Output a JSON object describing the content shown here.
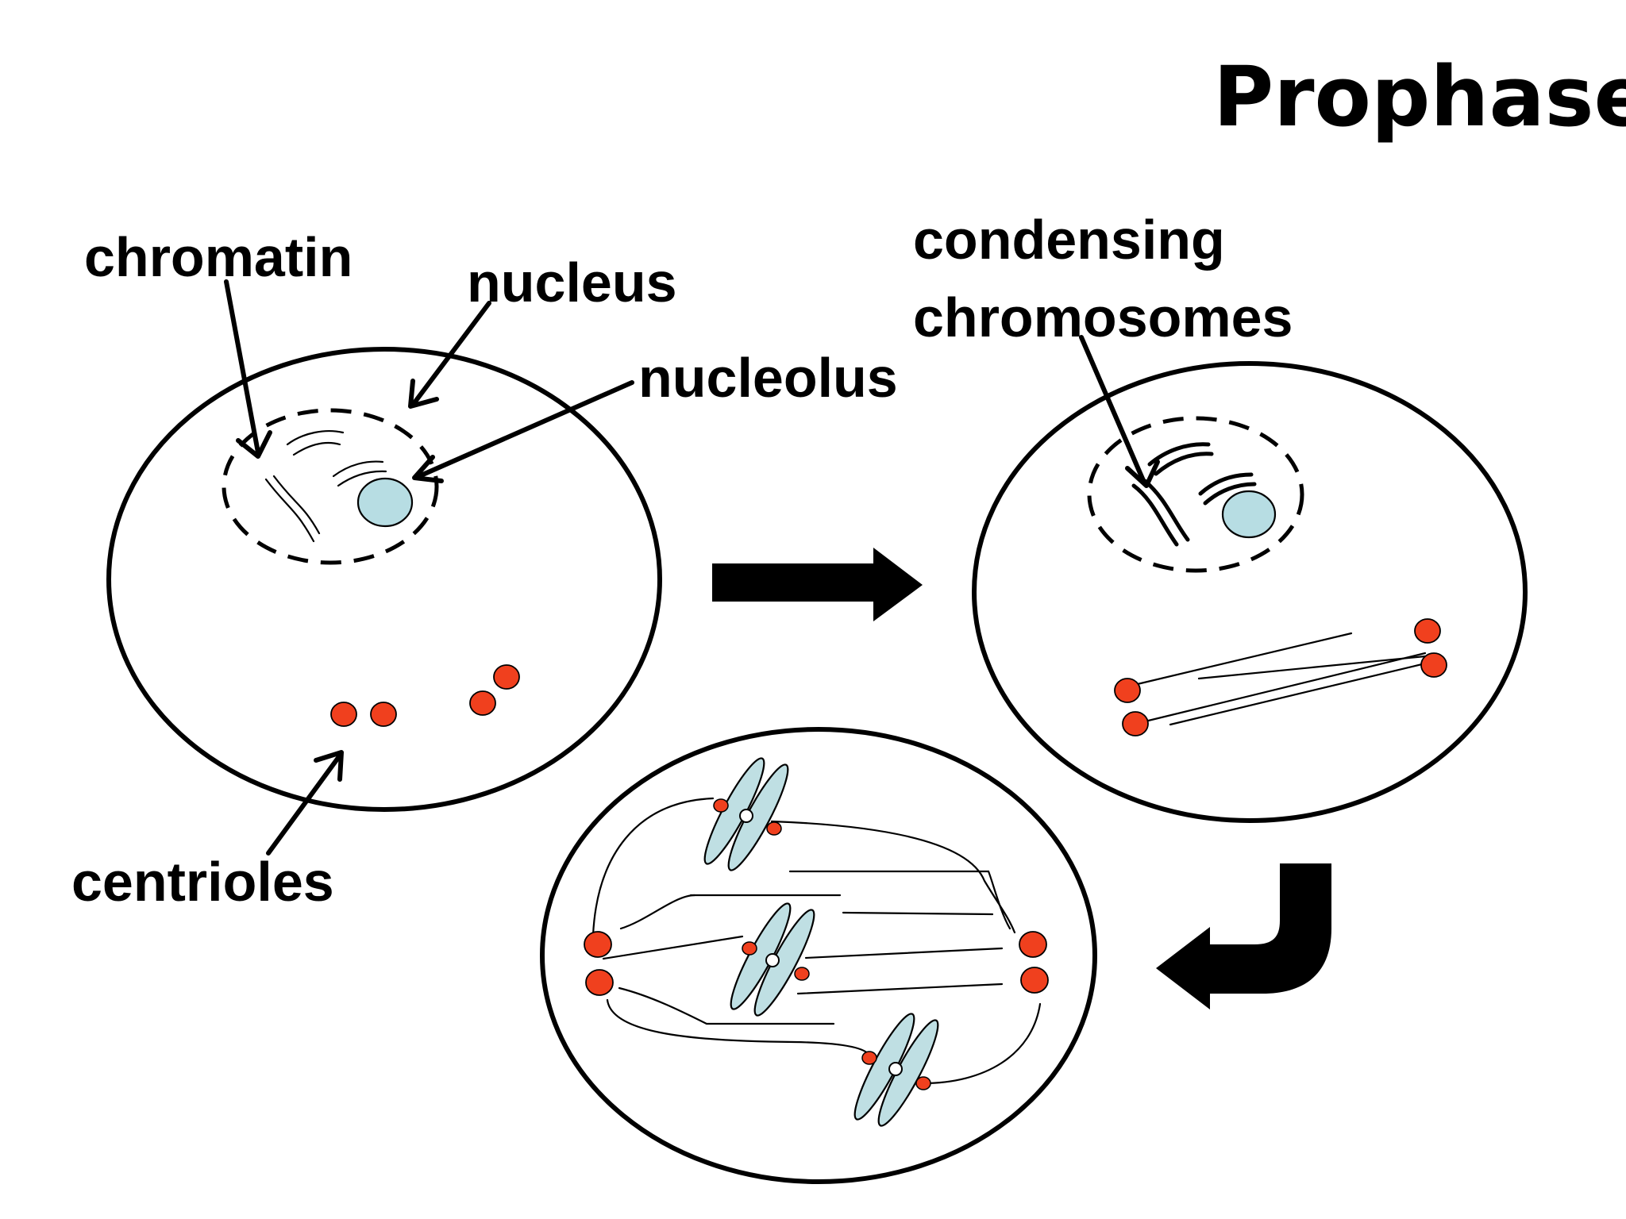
{
  "title": "Prophase",
  "labels": {
    "chromatin": "chromatin",
    "nucleus": "nucleus",
    "nucleolus": "nucleolus",
    "centrioles": "centrioles",
    "condensing_line1": "condensing",
    "condensing_line2": "chromosomes"
  },
  "colors": {
    "centriole": "#f0401e",
    "nucleolus": "#b7dde3",
    "chromosome": "#bfdfe3",
    "ink": "#000000"
  }
}
